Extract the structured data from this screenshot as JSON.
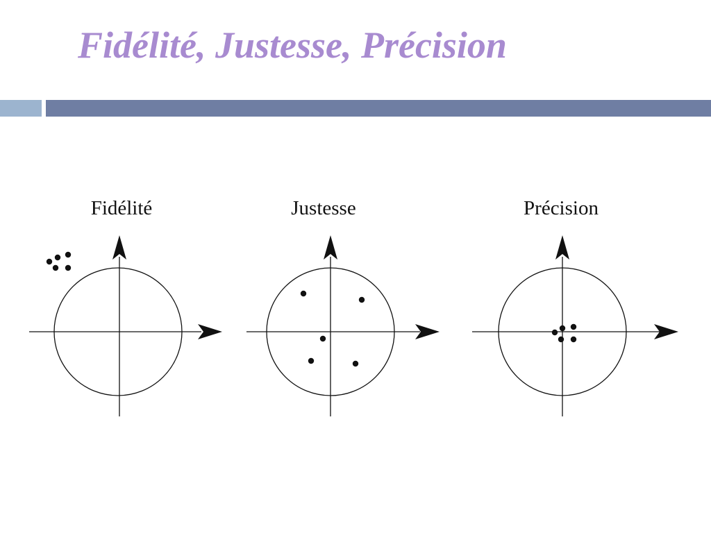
{
  "title": "Fidélité, Justesse, Précision",
  "colors": {
    "title": "#a88bd0",
    "bar_left": "#9cb4cf",
    "bar_right": "#6f7ea3",
    "ink": "#111111"
  },
  "panels": [
    {
      "id": "fidelite",
      "label": "Fidélité",
      "points": 5,
      "pattern": "tight cluster outside target (upper-left)"
    },
    {
      "id": "justesse",
      "label": "Justesse",
      "points": 5,
      "pattern": "scattered around center"
    },
    {
      "id": "precision",
      "label": "Précision",
      "points": 5,
      "pattern": "tight cluster at center"
    }
  ]
}
